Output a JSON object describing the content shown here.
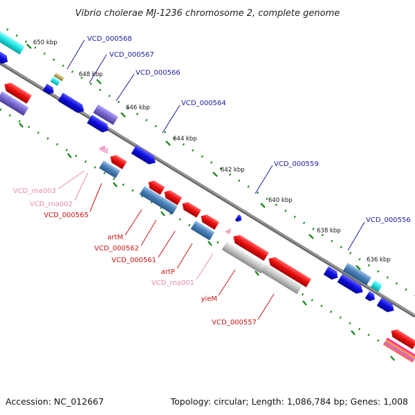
{
  "title": "Vibrio cholerae MJ-1236 chromosome 2, complete genome",
  "footer": {
    "accession": "Accession: NC_012667",
    "summary": "Topology: circular; Length: 1,086,784 bp; Genes: 1,008"
  },
  "ruler_ticks": [
    "650 kbp",
    "648 kbp",
    "646 kbp",
    "644 kbp",
    "642 kbp",
    "640 kbp",
    "638 kbp",
    "636 kbp"
  ],
  "feature_labels": {
    "upper": [
      "VCD_000568",
      "VCD_000567",
      "VCD_000566",
      "VCD_000564",
      "VCD_000559",
      "VCD_000556"
    ],
    "lower": [
      "VCD_rna003",
      "VCD_rna002",
      "VCD_000565",
      "artM",
      "VCD_000562",
      "VCD_000561",
      "artP",
      "VCD_rna001",
      "yieM",
      "VCD_000557"
    ]
  },
  "colors": {
    "forward_cds": "#1010e0",
    "reverse_cds": "#ee1111",
    "steelblue_cds": "#4a80b8",
    "violet_cds": "#7b6ad0",
    "cyan_cds": "#22e5e5",
    "rna": "#f5a0c8",
    "pseudo": "#c8c8c8",
    "backbone": "#7a7a7a",
    "tick_green": "#1a8a1a",
    "upper_label": "#1a1aa0",
    "lower_label_red": "#cc1111",
    "lower_label_pink": "#e88ab0"
  }
}
